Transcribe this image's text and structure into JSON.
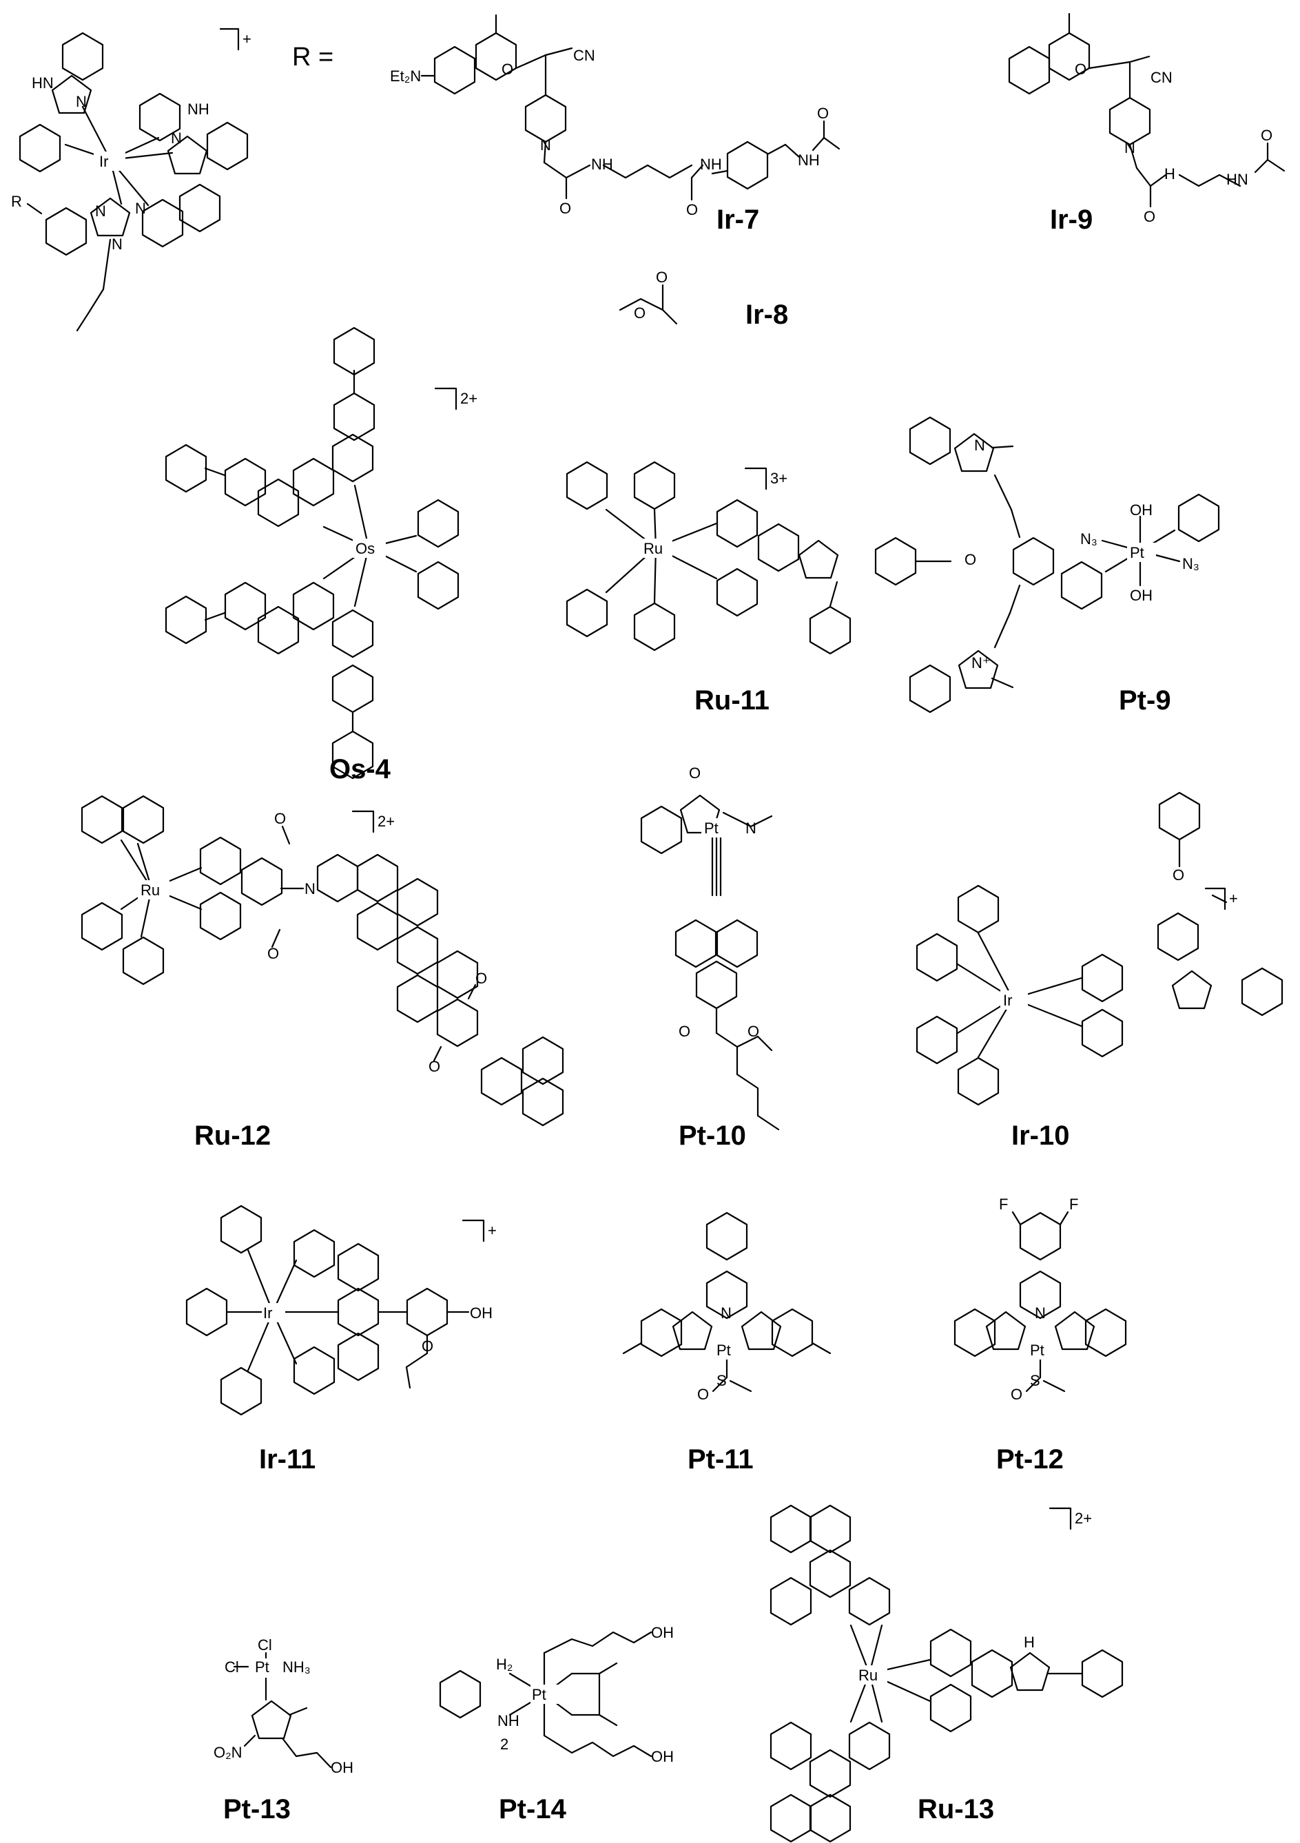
{
  "colors": {
    "ink": "#000000",
    "background": "#ffffff"
  },
  "r_equals": "R =",
  "compounds": [
    {
      "id": "ir-7",
      "label": "Ir-7"
    },
    {
      "id": "ir-8",
      "label": "Ir-8"
    },
    {
      "id": "ir-9",
      "label": "Ir-9"
    },
    {
      "id": "os-4",
      "label": "Os-4"
    },
    {
      "id": "ru-11",
      "label": "Ru-11"
    },
    {
      "id": "pt-9",
      "label": "Pt-9"
    },
    {
      "id": "ru-12",
      "label": "Ru-12"
    },
    {
      "id": "pt-10",
      "label": "Pt-10"
    },
    {
      "id": "ir-10",
      "label": "Ir-10"
    },
    {
      "id": "ir-11",
      "label": "Ir-11"
    },
    {
      "id": "pt-11",
      "label": "Pt-11"
    },
    {
      "id": "pt-12",
      "label": "Pt-12"
    },
    {
      "id": "pt-13",
      "label": "Pt-13"
    },
    {
      "id": "pt-14",
      "label": "Pt-14"
    },
    {
      "id": "ru-13",
      "label": "Ru-13"
    }
  ],
  "charges": {
    "ir_core": "+",
    "os4": "2+",
    "ru11": "3+",
    "ru12": "2+",
    "ir10": "+",
    "ir11": "+",
    "ru13": "2+"
  },
  "atoms": {
    "ir": "Ir",
    "os": "Os",
    "ru": "Ru",
    "pt": "Pt",
    "n": "N",
    "o": "O",
    "f": "F",
    "s": "S",
    "cl": "Cl",
    "hn": "HN",
    "nh": "NH",
    "h": "H",
    "oh": "OH",
    "cn": "CN",
    "et2n": "Et₂N",
    "n3": "N₃",
    "nh3": "NH₃",
    "o2n": "O₂N",
    "h2": "H₂",
    "r": "R",
    "nplus": "N⁺",
    "plus": "+",
    "sub2": "2"
  }
}
